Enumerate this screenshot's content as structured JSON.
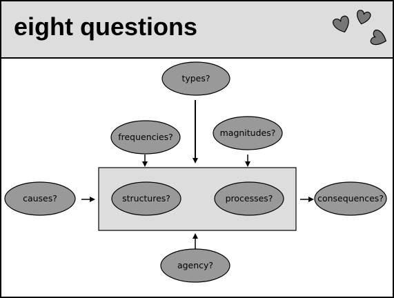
{
  "slide": {
    "title": "eight questions",
    "decoration_icon": "hearts-icon"
  },
  "diagram": {
    "nodes": {
      "types": "types?",
      "frequencies": "frequencies?",
      "magnitudes": "magnitudes?",
      "causes": "causes?",
      "structures": "structures?",
      "processes": "processes?",
      "consequences": "consequences?",
      "agency": "agency?"
    },
    "colors": {
      "ellipse_fill": "#999999",
      "box_fill": "#dddddd",
      "header_fill": "#dddddd",
      "heart_fill": "#777777",
      "stroke": "#000000"
    }
  }
}
